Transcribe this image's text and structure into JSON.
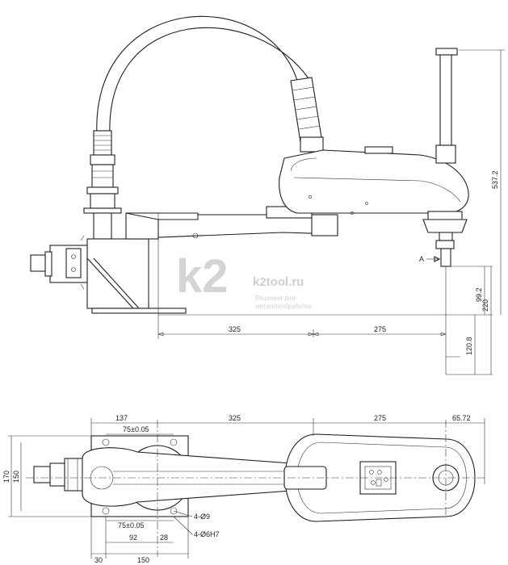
{
  "watermark": {
    "logo": "k2",
    "site": "k2tool.ru",
    "tagline_1": "Решения для",
    "tagline_2": "металлообработки"
  },
  "side_view": {
    "view_marker": "A",
    "dims": {
      "arm1": "325",
      "arm2": "275",
      "total_height": "537.2",
      "tool_height": "99.2",
      "base_height": "220",
      "stroke_below": "120.8"
    }
  },
  "top_view": {
    "dims": {
      "base_offset": "137",
      "arm1": "325",
      "arm2": "275",
      "tip_radius": "65.72",
      "hole_spacing_top": "75±0.05",
      "hole_spacing_bottom": "75±0.05",
      "height_left": "170",
      "height_inner": "150",
      "mount_holes": "4-Ø9",
      "pin_holes": "4-Ø6H7",
      "width_92": "92",
      "width_28": "28",
      "offset_30": "30",
      "width_150": "150"
    }
  }
}
